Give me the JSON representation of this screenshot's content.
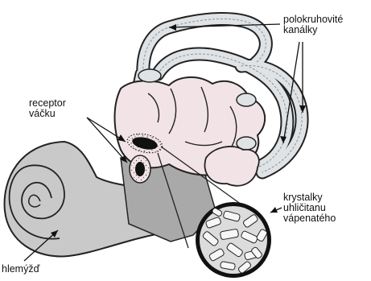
{
  "diagram": {
    "labels": {
      "semicircular_canals": [
        "polokruhovité",
        "kanálky"
      ],
      "utricle_receptor": [
        "receptor",
        "váčku"
      ],
      "crystals": [
        "krystalky",
        "uhličitanu",
        "vápenatého"
      ],
      "cochlea": [
        "hlemýžď"
      ]
    },
    "colors": {
      "tissue": "#f2e4e6",
      "canal_fill": "#dfe3e6",
      "cochlea": "#c9c9c9",
      "outline": "#222222",
      "receptor": "#111111",
      "stalk": "#a9a9a9",
      "dots": "#4a4a4a",
      "background": "#ffffff"
    }
  }
}
